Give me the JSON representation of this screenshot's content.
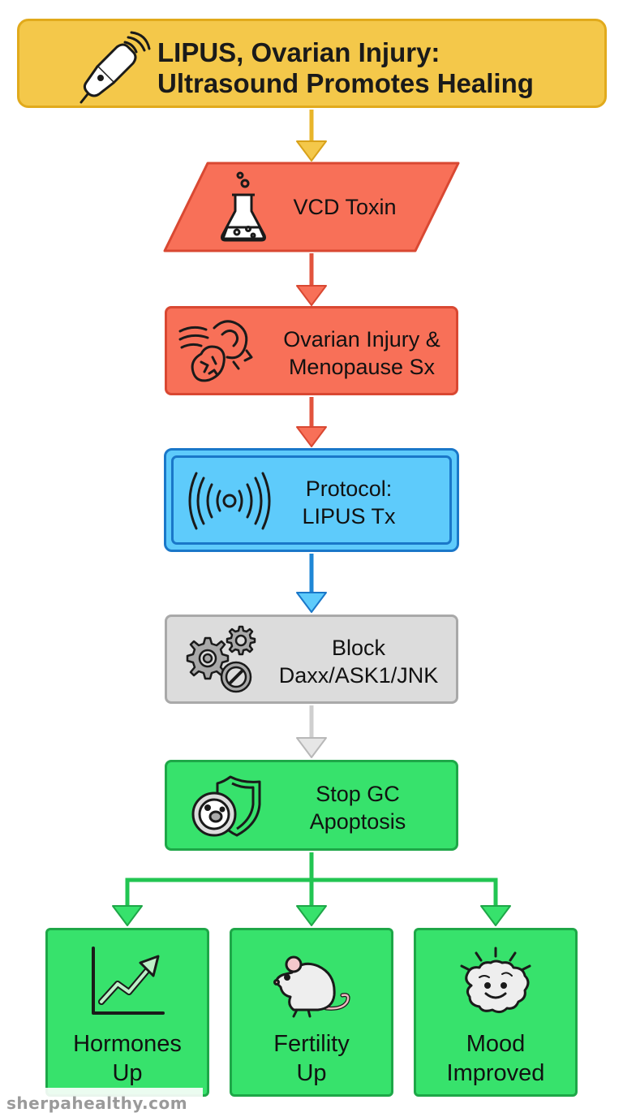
{
  "title": {
    "text": "LIPUS, Ovarian Injury:\nUltrasound Promotes Healing",
    "icon": "ultrasound-probe-icon"
  },
  "steps": {
    "toxin": {
      "label": "VCD Toxin",
      "icon": "flask-icon",
      "color": "#f87058"
    },
    "injury": {
      "label": "Ovarian Injury &\nMenopause Sx",
      "icon": "damaged-ovary-icon",
      "color": "#f87058"
    },
    "protocol": {
      "label": "Protocol:\nLIPUS Tx",
      "icon": "ultrasound-waves-icon",
      "color": "#5ecbfb"
    },
    "block": {
      "label": "Block\nDaxx/ASK1/JNK",
      "icon": "gears-blocked-icon",
      "color": "#dcdcdc"
    },
    "stop": {
      "label": "Stop GC\nApoptosis",
      "icon": "shield-cell-icon",
      "color": "#37e26c"
    }
  },
  "outcomes": [
    {
      "label": "Hormones\nUp",
      "icon": "rising-chart-icon"
    },
    {
      "label": "Fertility\nUp",
      "icon": "mouse-icon"
    },
    {
      "label": "Mood\nImproved",
      "icon": "happy-brain-icon"
    }
  ],
  "colors": {
    "title": "#f4c84a",
    "title_arrow": "#e8b52a",
    "red_arrow": "#e2533d",
    "blue_arrow": "#1f87d6",
    "gray_arrow": "#c9c9c9",
    "green_arrow": "#22c552"
  },
  "watermark": "sherpahealthy.com"
}
